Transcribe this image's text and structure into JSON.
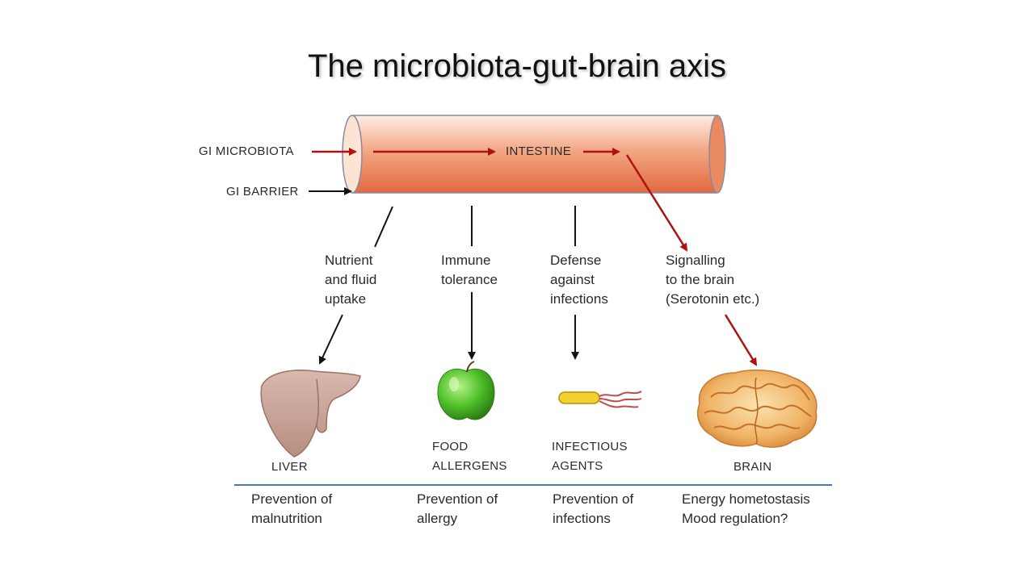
{
  "title": "The microbiota-gut-brain axis",
  "intestine": {
    "label": "INTESTINE",
    "inputs": [
      "GI MICROBIOTA",
      "GI BARRIER"
    ]
  },
  "functions": [
    [
      "Nutrient",
      "and fluid",
      "uptake"
    ],
    [
      "Immune",
      "tolerance"
    ],
    [
      "Defense",
      "against",
      "infections"
    ],
    [
      "Signalling",
      "to the brain",
      "(Serotonin etc.)"
    ]
  ],
  "targets": [
    [
      "LIVER"
    ],
    [
      "FOOD",
      "ALLERGENS"
    ],
    [
      "INFECTIOUS",
      "AGENTS"
    ],
    [
      "BRAIN"
    ]
  ],
  "outcomes": [
    [
      "Prevention of",
      "malnutrition"
    ],
    [
      "Prevention of",
      "allergy"
    ],
    [
      "Prevention of",
      "infections"
    ],
    [
      "Energy hometostasis",
      "Mood regulation?"
    ]
  ],
  "colors": {
    "red_arrow": "#b01010",
    "black_arrow": "#111111",
    "tube_light": "#fde8dc",
    "tube_dark": "#e0693e",
    "divider": "#4a7ab0"
  },
  "icons": [
    "liver-icon",
    "apple-icon",
    "bacterium-icon",
    "brain-icon"
  ]
}
